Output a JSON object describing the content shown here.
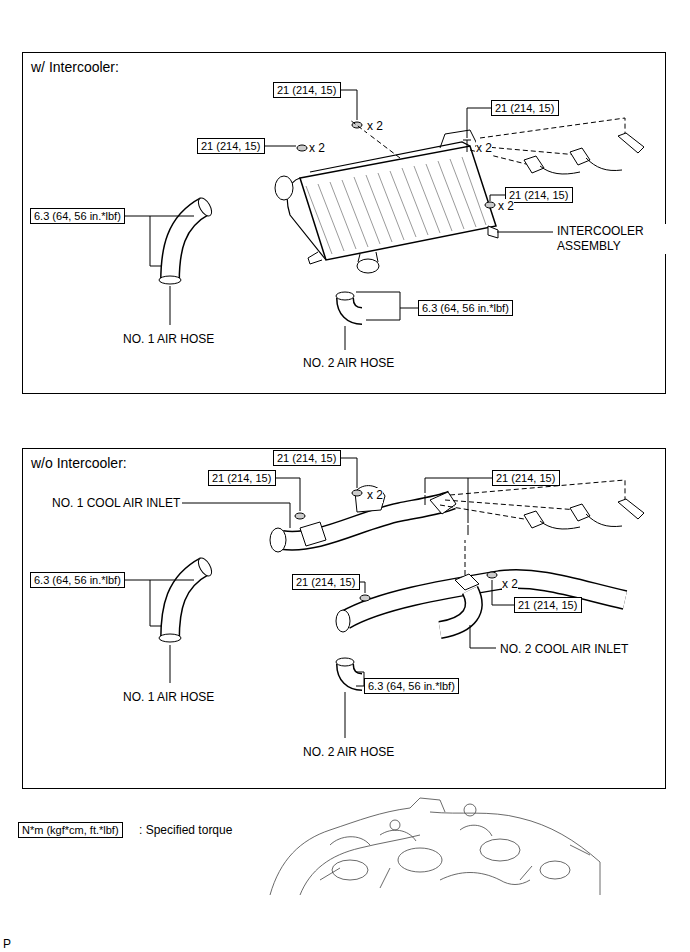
{
  "diagram": {
    "nodes": [
      {
        "text": [
          "w/ Intercooler:"
        ]
      },
      {
        "text": [
          "21 (214, 15)"
        ],
        "in": 0
      },
      {
        "text": [
          "21 (214, 15)"
        ],
        "in": 0
      },
      {
        "text": [
          "21 (214, 15)"
        ],
        "in": 0
      },
      {
        "text": [
          "21 (214, 15)"
        ],
        "in": 0
      },
      {
        "text": [
          "6.3 (64, 56 in.*lbf)"
        ],
        "in": 0
      },
      {
        "text": [
          "6.3 (64, 56 in.*lbf)"
        ],
        "in": 0
      },
      {
        "text": [
          "w/o Intercooler:"
        ]
      },
      {
        "text": [
          "21 (214, 15)"
        ],
        "in": 7
      },
      {
        "text": [
          "21 (214, 15)"
        ],
        "in": 7
      },
      {
        "text": [
          "21 (214, 15)"
        ],
        "in": 7
      },
      {
        "text": [
          "6.3 (64, 56 in.*lbf)"
        ],
        "in": 7
      },
      {
        "text": [
          "21 (214, 15)"
        ],
        "in": 7
      },
      {
        "text": [
          "21 (214, 15)"
        ],
        "in": 7
      },
      {
        "text": [
          "6.3 (64, 56 in.*lbf)"
        ],
        "in": 7
      },
      {
        "text": [
          "N*m (kgf*cm, ft.*lbf)"
        ]
      }
    ],
    "labels": [
      "x 2",
      "x 2",
      "x 2",
      "x 2",
      "INTERCOOLER ASSEMBLY",
      "NO. 1 AIR HOSE",
      "NO. 2 AIR HOSE",
      "NO. 1 COOL AIR INLET",
      "x 2",
      "x 2",
      "NO. 2 COOL AIR INLET",
      "NO. 1 AIR HOSE",
      "NO. 2 AIR HOSE",
      ": Specified torque",
      "P"
    ]
  }
}
